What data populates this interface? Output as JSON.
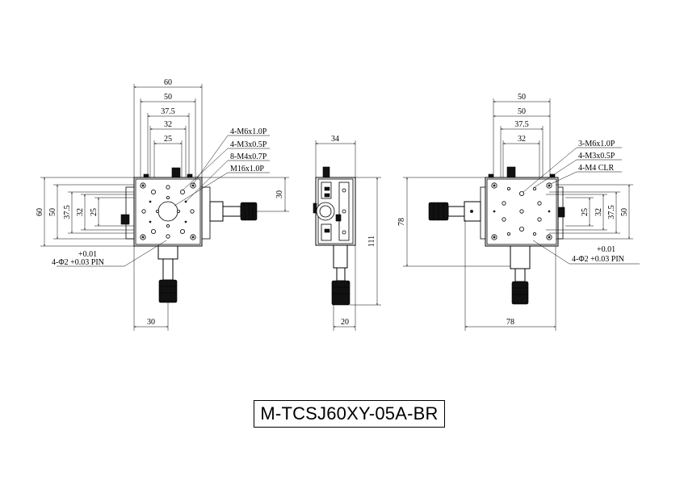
{
  "model": "M-TCSJ60XY-05A-BR",
  "front_view": {
    "top_dims": [
      "60",
      "50",
      "37.5",
      "32",
      "25"
    ],
    "left_dims": [
      "60",
      "50",
      "37.5",
      "32",
      "25"
    ],
    "right_dim": "30",
    "bottom_dim": "30",
    "callouts": [
      "4-M6x1.0P",
      "4-M3x0.5P",
      "8-M4x0.7P",
      "M16x1.0P"
    ],
    "pin_tol": "+0.01",
    "pin_note": "4-Φ2 +0.03 PIN"
  },
  "side_view": {
    "top_dim": "34",
    "right_dim": "111",
    "bottom_dim": "20"
  },
  "right_view": {
    "top_dims": [
      "50",
      "50",
      "37.5",
      "32"
    ],
    "left_dim": "78",
    "right_dims": [
      "25",
      "32",
      "37.5",
      "50"
    ],
    "bottom_dim": "78",
    "callouts": [
      "3-M6x1.0P",
      "4-M3x0.5P",
      "4-M4 CLR"
    ],
    "pin_tol": "+0.01",
    "pin_note": "4-Φ2 +0.03 PIN"
  },
  "colors": {
    "line": "#000000",
    "knob": "#111111",
    "background": "#ffffff"
  }
}
